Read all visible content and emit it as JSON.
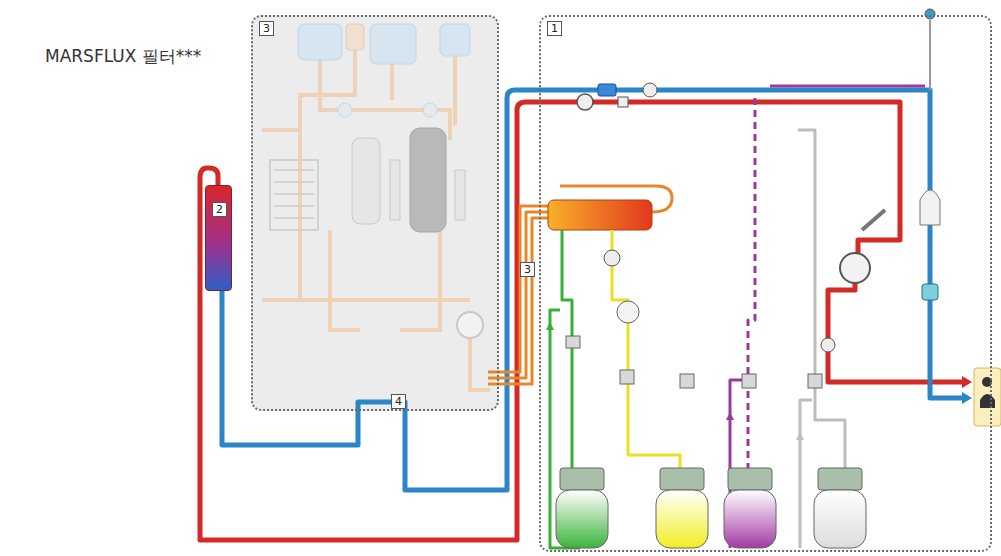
{
  "diagram": {
    "nodes": [
      {
        "text": [
          "3"
        ]
      },
      {
        "text": [
          "1"
        ]
      },
      {
        "text": [
          "2"
        ]
      }
    ],
    "labels": [
      "MARSFLUX 필터***",
      "3",
      "4"
    ]
  }
}
